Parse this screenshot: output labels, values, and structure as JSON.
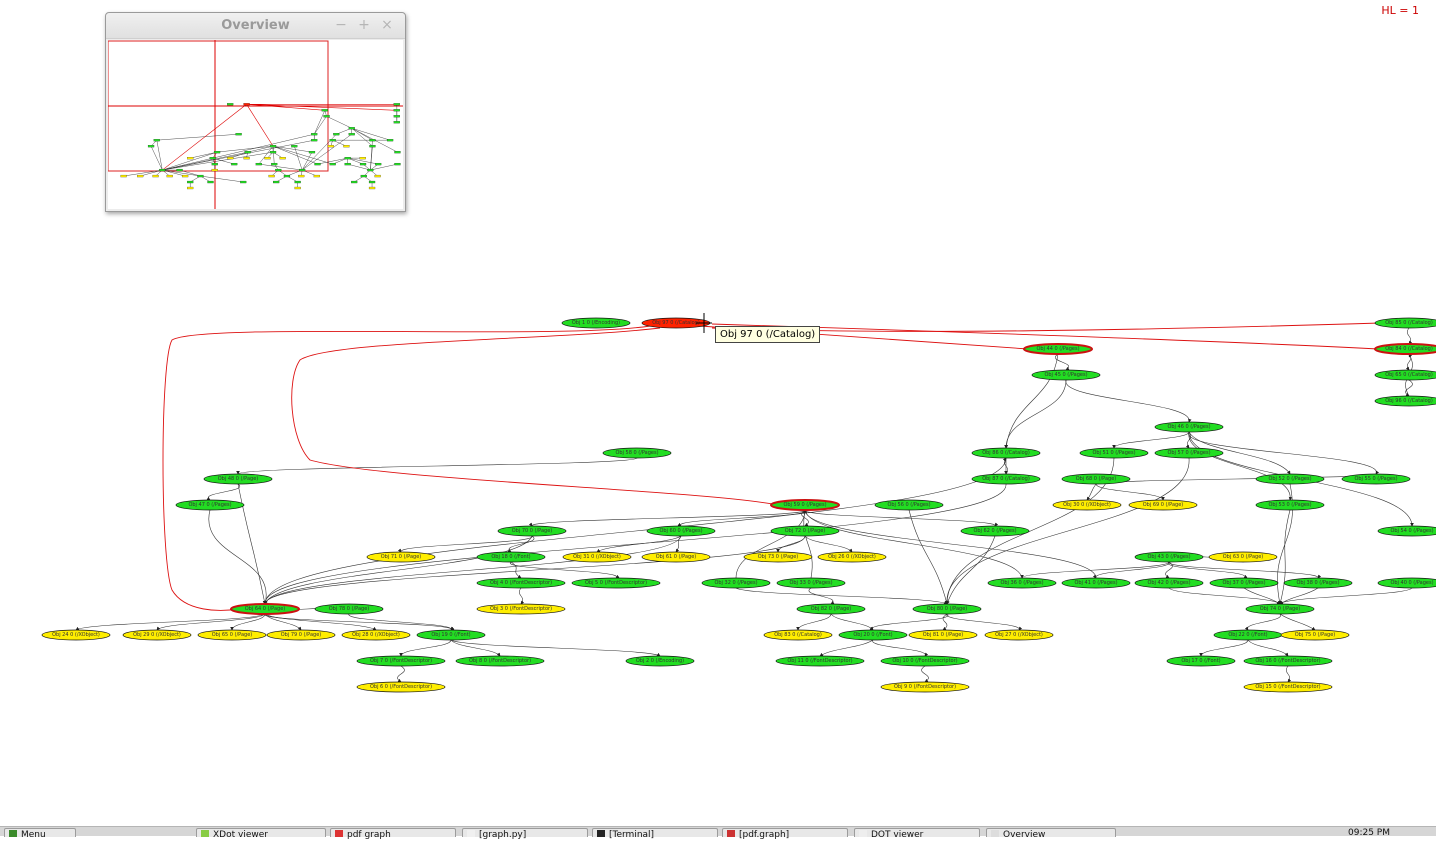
{
  "window": {
    "hl_indicator": "HL = 1"
  },
  "overview": {
    "title": "Overview",
    "minimize": "−",
    "maximize": "+",
    "close": "×"
  },
  "tooltip": {
    "text": "Obj 97 0 (/Catalog)"
  },
  "colors": {
    "page": "#22dd22",
    "leaf": "#ffee00",
    "selected": "#ff2200",
    "highlight_border": "#cc1111",
    "edge": "#333333",
    "highlight_edge": "#dd1111"
  },
  "graph": {
    "nodes": [
      {
        "id": "n1",
        "label": "Obj 1 0 (/Encoding)",
        "kind": "page"
      },
      {
        "id": "n97",
        "label": "Obj 97 0 (/Catalog)",
        "kind": "selected"
      },
      {
        "id": "n85",
        "label": "Obj 85 0 (/Catalog)",
        "kind": "page"
      },
      {
        "id": "n44",
        "label": "Obj 44 0 (/Pages)",
        "kind": "page",
        "hl": true
      },
      {
        "id": "n84",
        "label": "Obj 84 0 (/Catalog)",
        "kind": "page",
        "hl": true
      },
      {
        "id": "n45",
        "label": "Obj 45 0 (/Pages)",
        "kind": "page"
      },
      {
        "id": "n65",
        "label": "Obj 65 0 (/Catalog)",
        "kind": "page"
      },
      {
        "id": "n96",
        "label": "Obj 96 0 (/Catalog)",
        "kind": "page"
      },
      {
        "id": "n46",
        "label": "Obj 46 0 (/Pages)",
        "kind": "page"
      },
      {
        "id": "n58",
        "label": "Obj 58 0 (/Pages)",
        "kind": "page"
      },
      {
        "id": "n86",
        "label": "Obj 86 0 (/Catalog)",
        "kind": "page"
      },
      {
        "id": "n51",
        "label": "Obj 51 0 (/Pages)",
        "kind": "page"
      },
      {
        "id": "n57",
        "label": "Obj 57 0 (/Pages)",
        "kind": "page"
      },
      {
        "id": "n48",
        "label": "Obj 48 0 (/Page)",
        "kind": "page"
      },
      {
        "id": "n87",
        "label": "Obj 87 0 (/Catalog)",
        "kind": "page"
      },
      {
        "id": "n68",
        "label": "Obj 68 0 (/Page)",
        "kind": "page"
      },
      {
        "id": "n52",
        "label": "Obj 52 0 (/Pages)",
        "kind": "page"
      },
      {
        "id": "n55",
        "label": "Obj 55 0 (/Pages)",
        "kind": "page"
      },
      {
        "id": "n47",
        "label": "Obj 47 0 (/Pages)",
        "kind": "page"
      },
      {
        "id": "n59",
        "label": "Obj 59 0 (/Pages)",
        "kind": "page",
        "hl": true
      },
      {
        "id": "n56",
        "label": "Obj 56 0 (/Pages)",
        "kind": "page"
      },
      {
        "id": "n30",
        "label": "Obj 30 0 (/XObject)",
        "kind": "leaf"
      },
      {
        "id": "n69",
        "label": "Obj 69 0 (/Page)",
        "kind": "leaf"
      },
      {
        "id": "n53",
        "label": "Obj 53 0 (/Pages)",
        "kind": "page"
      },
      {
        "id": "n70",
        "label": "Obj 70 0 (/Page)",
        "kind": "page"
      },
      {
        "id": "n60",
        "label": "Obj 60 0 (/Pages)",
        "kind": "page"
      },
      {
        "id": "n72",
        "label": "Obj 72 0 (/Page)",
        "kind": "page"
      },
      {
        "id": "n62",
        "label": "Obj 62 0 (/Pages)",
        "kind": "page"
      },
      {
        "id": "n54",
        "label": "Obj 54 0 (/Pages)",
        "kind": "page"
      },
      {
        "id": "n71",
        "label": "Obj 71 0 (/Page)",
        "kind": "leaf"
      },
      {
        "id": "n18",
        "label": "Obj 18 0 (/Font)",
        "kind": "page"
      },
      {
        "id": "n31",
        "label": "Obj 31 0 (/XObject)",
        "kind": "leaf"
      },
      {
        "id": "n61",
        "label": "Obj 61 0 (/Page)",
        "kind": "leaf"
      },
      {
        "id": "n73",
        "label": "Obj 73 0 (/Page)",
        "kind": "leaf"
      },
      {
        "id": "n26",
        "label": "Obj 26 0 (/XObject)",
        "kind": "leaf"
      },
      {
        "id": "n43",
        "label": "Obj 43 0 (/Pages)",
        "kind": "page"
      },
      {
        "id": "n63",
        "label": "Obj 63 0 (/Page)",
        "kind": "leaf"
      },
      {
        "id": "n4",
        "label": "Obj 4 0 (/FontDescriptor)",
        "kind": "page"
      },
      {
        "id": "n5",
        "label": "Obj 5 0 (/FontDescriptor)",
        "kind": "page"
      },
      {
        "id": "n32",
        "label": "Obj 32 0 (/Pages)",
        "kind": "page"
      },
      {
        "id": "n33",
        "label": "Obj 33 0 (/Pages)",
        "kind": "page"
      },
      {
        "id": "n36",
        "label": "Obj 36 0 (/Pages)",
        "kind": "page"
      },
      {
        "id": "n41",
        "label": "Obj 41 0 (/Pages)",
        "kind": "page"
      },
      {
        "id": "n42",
        "label": "Obj 42 0 (/Pages)",
        "kind": "page"
      },
      {
        "id": "n37",
        "label": "Obj 37 0 (/Pages)",
        "kind": "page"
      },
      {
        "id": "n38",
        "label": "Obj 38 0 (/Pages)",
        "kind": "page"
      },
      {
        "id": "n40",
        "label": "Obj 40 0 (/Pages)",
        "kind": "page"
      },
      {
        "id": "n3",
        "label": "Obj 3 0 (/FontDescriptor)",
        "kind": "leaf"
      },
      {
        "id": "n64",
        "label": "Obj 64 0 (/Page)",
        "kind": "page",
        "hl": true
      },
      {
        "id": "n78",
        "label": "Obj 78 0 (/Page)",
        "kind": "page"
      },
      {
        "id": "n82",
        "label": "Obj 82 0 (/Page)",
        "kind": "page"
      },
      {
        "id": "n80",
        "label": "Obj 80 0 (/Page)",
        "kind": "page"
      },
      {
        "id": "n74",
        "label": "Obj 74 0 (/Page)",
        "kind": "page"
      },
      {
        "id": "n24",
        "label": "Obj 24 0 (/XObject)",
        "kind": "leaf"
      },
      {
        "id": "n29",
        "label": "Obj 29 0 (/XObject)",
        "kind": "leaf"
      },
      {
        "id": "n65p",
        "label": "Obj 65 0 (/Page)",
        "kind": "leaf"
      },
      {
        "id": "n79",
        "label": "Obj 79 0 (/Page)",
        "kind": "leaf"
      },
      {
        "id": "n28",
        "label": "Obj 28 0 (/XObject)",
        "kind": "leaf"
      },
      {
        "id": "n19",
        "label": "Obj 19 0 (/Font)",
        "kind": "page"
      },
      {
        "id": "n83",
        "label": "Obj 83 0 (/Catalog)",
        "kind": "leaf"
      },
      {
        "id": "n20",
        "label": "Obj 20 0 (/Font)",
        "kind": "page"
      },
      {
        "id": "n81",
        "label": "Obj 81 0 (/Page)",
        "kind": "leaf"
      },
      {
        "id": "n27",
        "label": "Obj 27 0 (/XObject)",
        "kind": "leaf"
      },
      {
        "id": "n22",
        "label": "Obj 22 0 (/Font)",
        "kind": "page"
      },
      {
        "id": "n75",
        "label": "Obj 75 0 (/Page)",
        "kind": "leaf"
      },
      {
        "id": "n7",
        "label": "Obj 7 0 (/FontDescriptor)",
        "kind": "page"
      },
      {
        "id": "n8",
        "label": "Obj 8 0 (/FontDescriptor)",
        "kind": "page"
      },
      {
        "id": "n2",
        "label": "Obj 2 0 (/Encoding)",
        "kind": "page"
      },
      {
        "id": "n11",
        "label": "Obj 11 0 (/FontDescriptor)",
        "kind": "page"
      },
      {
        "id": "n10",
        "label": "Obj 10 0 (/FontDescriptor)",
        "kind": "page"
      },
      {
        "id": "n17",
        "label": "Obj 17 0 (/Font)",
        "kind": "page"
      },
      {
        "id": "n16",
        "label": "Obj 16 0 (/FontDescriptor)",
        "kind": "page"
      },
      {
        "id": "n6",
        "label": "Obj 6 0 (/FontDescriptor)",
        "kind": "leaf"
      },
      {
        "id": "n9",
        "label": "Obj 9 0 (/FontDescriptor)",
        "kind": "leaf"
      },
      {
        "id": "n15",
        "label": "Obj 15 0 (/FontDescriptor)",
        "kind": "leaf"
      }
    ],
    "edges": [
      [
        "n44",
        "n45"
      ],
      [
        "n45",
        "n46"
      ],
      [
        "n46",
        "n51"
      ],
      [
        "n46",
        "n57"
      ],
      [
        "n46",
        "n52"
      ],
      [
        "n46",
        "n55"
      ],
      [
        "n46",
        "n53"
      ],
      [
        "n46",
        "n54"
      ],
      [
        "n84",
        "n65"
      ],
      [
        "n65",
        "n96"
      ],
      [
        "n96",
        "n84"
      ],
      [
        "n85",
        "n84"
      ],
      [
        "n86",
        "n87"
      ],
      [
        "n87",
        "n86"
      ],
      [
        "n48",
        "n47"
      ],
      [
        "n47",
        "n64"
      ],
      [
        "n68",
        "n30"
      ],
      [
        "n68",
        "n69"
      ],
      [
        "n59",
        "n70"
      ],
      [
        "n59",
        "n60"
      ],
      [
        "n59",
        "n72"
      ],
      [
        "n59",
        "n62"
      ],
      [
        "n58",
        "n48"
      ],
      [
        "n70",
        "n71"
      ],
      [
        "n70",
        "n18"
      ],
      [
        "n60",
        "n31"
      ],
      [
        "n60",
        "n61"
      ],
      [
        "n72",
        "n73"
      ],
      [
        "n72",
        "n26"
      ],
      [
        "n18",
        "n4"
      ],
      [
        "n18",
        "n5"
      ],
      [
        "n4",
        "n3"
      ],
      [
        "n43",
        "n36"
      ],
      [
        "n43",
        "n41"
      ],
      [
        "n43",
        "n42"
      ],
      [
        "n43",
        "n37"
      ],
      [
        "n43",
        "n38"
      ],
      [
        "n43",
        "n63"
      ],
      [
        "n74",
        "n22"
      ],
      [
        "n74",
        "n75"
      ],
      [
        "n64",
        "n24"
      ],
      [
        "n64",
        "n29"
      ],
      [
        "n64",
        "n65p"
      ],
      [
        "n64",
        "n79"
      ],
      [
        "n64",
        "n28"
      ],
      [
        "n64",
        "n19"
      ],
      [
        "n78",
        "n19"
      ],
      [
        "n82",
        "n83"
      ],
      [
        "n82",
        "n20"
      ],
      [
        "n80",
        "n20"
      ],
      [
        "n80",
        "n81"
      ],
      [
        "n80",
        "n27"
      ],
      [
        "n19",
        "n7"
      ],
      [
        "n19",
        "n8"
      ],
      [
        "n19",
        "n2"
      ],
      [
        "n20",
        "n11"
      ],
      [
        "n20",
        "n10"
      ],
      [
        "n22",
        "n17"
      ],
      [
        "n22",
        "n16"
      ],
      [
        "n7",
        "n6"
      ],
      [
        "n10",
        "n9"
      ],
      [
        "n16",
        "n15"
      ],
      [
        "n32",
        "n59"
      ],
      [
        "n33",
        "n59"
      ],
      [
        "n56",
        "n80"
      ],
      [
        "n62",
        "n80"
      ],
      [
        "n36",
        "n59"
      ],
      [
        "n41",
        "n59"
      ],
      [
        "n42",
        "n74"
      ],
      [
        "n37",
        "n74"
      ],
      [
        "n38",
        "n74"
      ],
      [
        "n40",
        "n74"
      ],
      [
        "n51",
        "n80"
      ],
      [
        "n57",
        "n80"
      ],
      [
        "n52",
        "n74"
      ],
      [
        "n53",
        "n74"
      ],
      [
        "n55",
        "n68"
      ],
      [
        "n86",
        "n64"
      ],
      [
        "n87",
        "n64"
      ],
      [
        "n48",
        "n64"
      ],
      [
        "n70",
        "n64"
      ],
      [
        "n60",
        "n64"
      ],
      [
        "n72",
        "n64"
      ],
      [
        "n78",
        "n64"
      ],
      [
        "n32",
        "n80"
      ],
      [
        "n33",
        "n82"
      ],
      [
        "n44",
        "n86"
      ],
      [
        "n45",
        "n86"
      ]
    ],
    "highlight_edges": [
      [
        "n97",
        "n44"
      ],
      [
        "n97",
        "n84"
      ],
      [
        "n97",
        "n64"
      ],
      [
        "n97",
        "n59"
      ],
      [
        "n97",
        "n85"
      ]
    ]
  },
  "taskbar": {
    "items": [
      {
        "label": "Menu"
      },
      {
        "label": "XDot viewer"
      },
      {
        "label": "pdf graph"
      },
      {
        "label": "[graph.py]"
      },
      {
        "label": "[Terminal]"
      },
      {
        "label": "[pdf.graph]"
      },
      {
        "label": "DOT viewer"
      },
      {
        "label": "Overview"
      }
    ],
    "clock": "09:25 PM"
  }
}
